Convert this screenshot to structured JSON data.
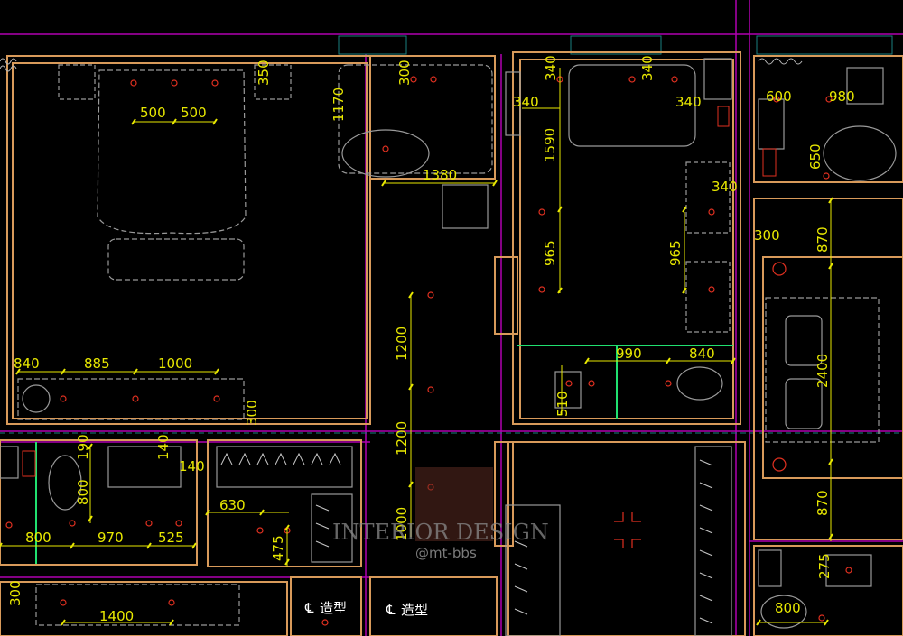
{
  "plan": {
    "dimensions": [
      "350",
      "300",
      "1170",
      "500",
      "500",
      "1380",
      "340",
      "340",
      "340",
      "340",
      "1590",
      "340",
      "965",
      "965",
      "600",
      "980",
      "650",
      "300",
      "870",
      "840",
      "885",
      "1000",
      "300",
      "1200",
      "990",
      "840",
      "510",
      "2400",
      "1200",
      "190",
      "140",
      "140",
      "800",
      "630",
      "800",
      "970",
      "525",
      "475",
      "1000",
      "870",
      "275",
      "300",
      "1400",
      "800"
    ],
    "labels": {
      "feature_a": "造型",
      "feature_b": "造型"
    }
  },
  "watermark": {
    "title": "INTERIOR DESIGN",
    "handle": "@mt-bbs"
  },
  "colors": {
    "background": "#000000",
    "wall": "#d89a5a",
    "partition": "#b000b0",
    "dimension": "#e8e800",
    "fixture": "#9a9a9a",
    "light": "#e03020",
    "glass": "#20e070"
  }
}
